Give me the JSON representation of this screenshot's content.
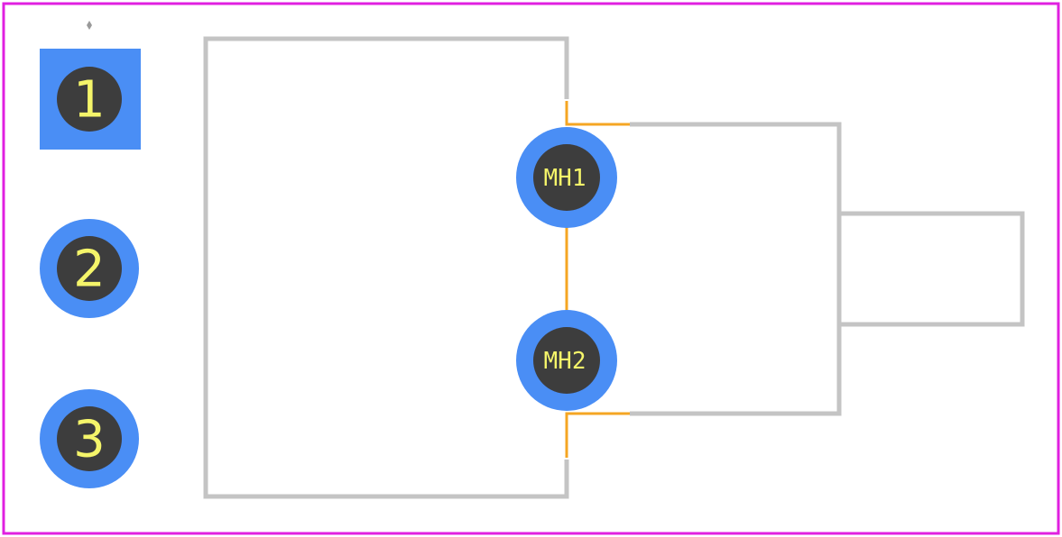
{
  "colors": {
    "board_outline": "#e020e0",
    "silkscreen": "#c4c4c4",
    "courtyard_trace": "#f5a623",
    "pad_copper": "#4a8ef5",
    "drill_hole": "#3d3d3d",
    "pad_label": "#f5f56a",
    "origin_marker": "#9a9a9a"
  },
  "pads": [
    {
      "id": "pad-1",
      "label": "1",
      "shape": "square"
    },
    {
      "id": "pad-2",
      "label": "2",
      "shape": "round"
    },
    {
      "id": "pad-3",
      "label": "3",
      "shape": "round"
    }
  ],
  "mounting_holes": [
    {
      "id": "mh-1",
      "label": "MH1"
    },
    {
      "id": "mh-2",
      "label": "MH2"
    }
  ]
}
